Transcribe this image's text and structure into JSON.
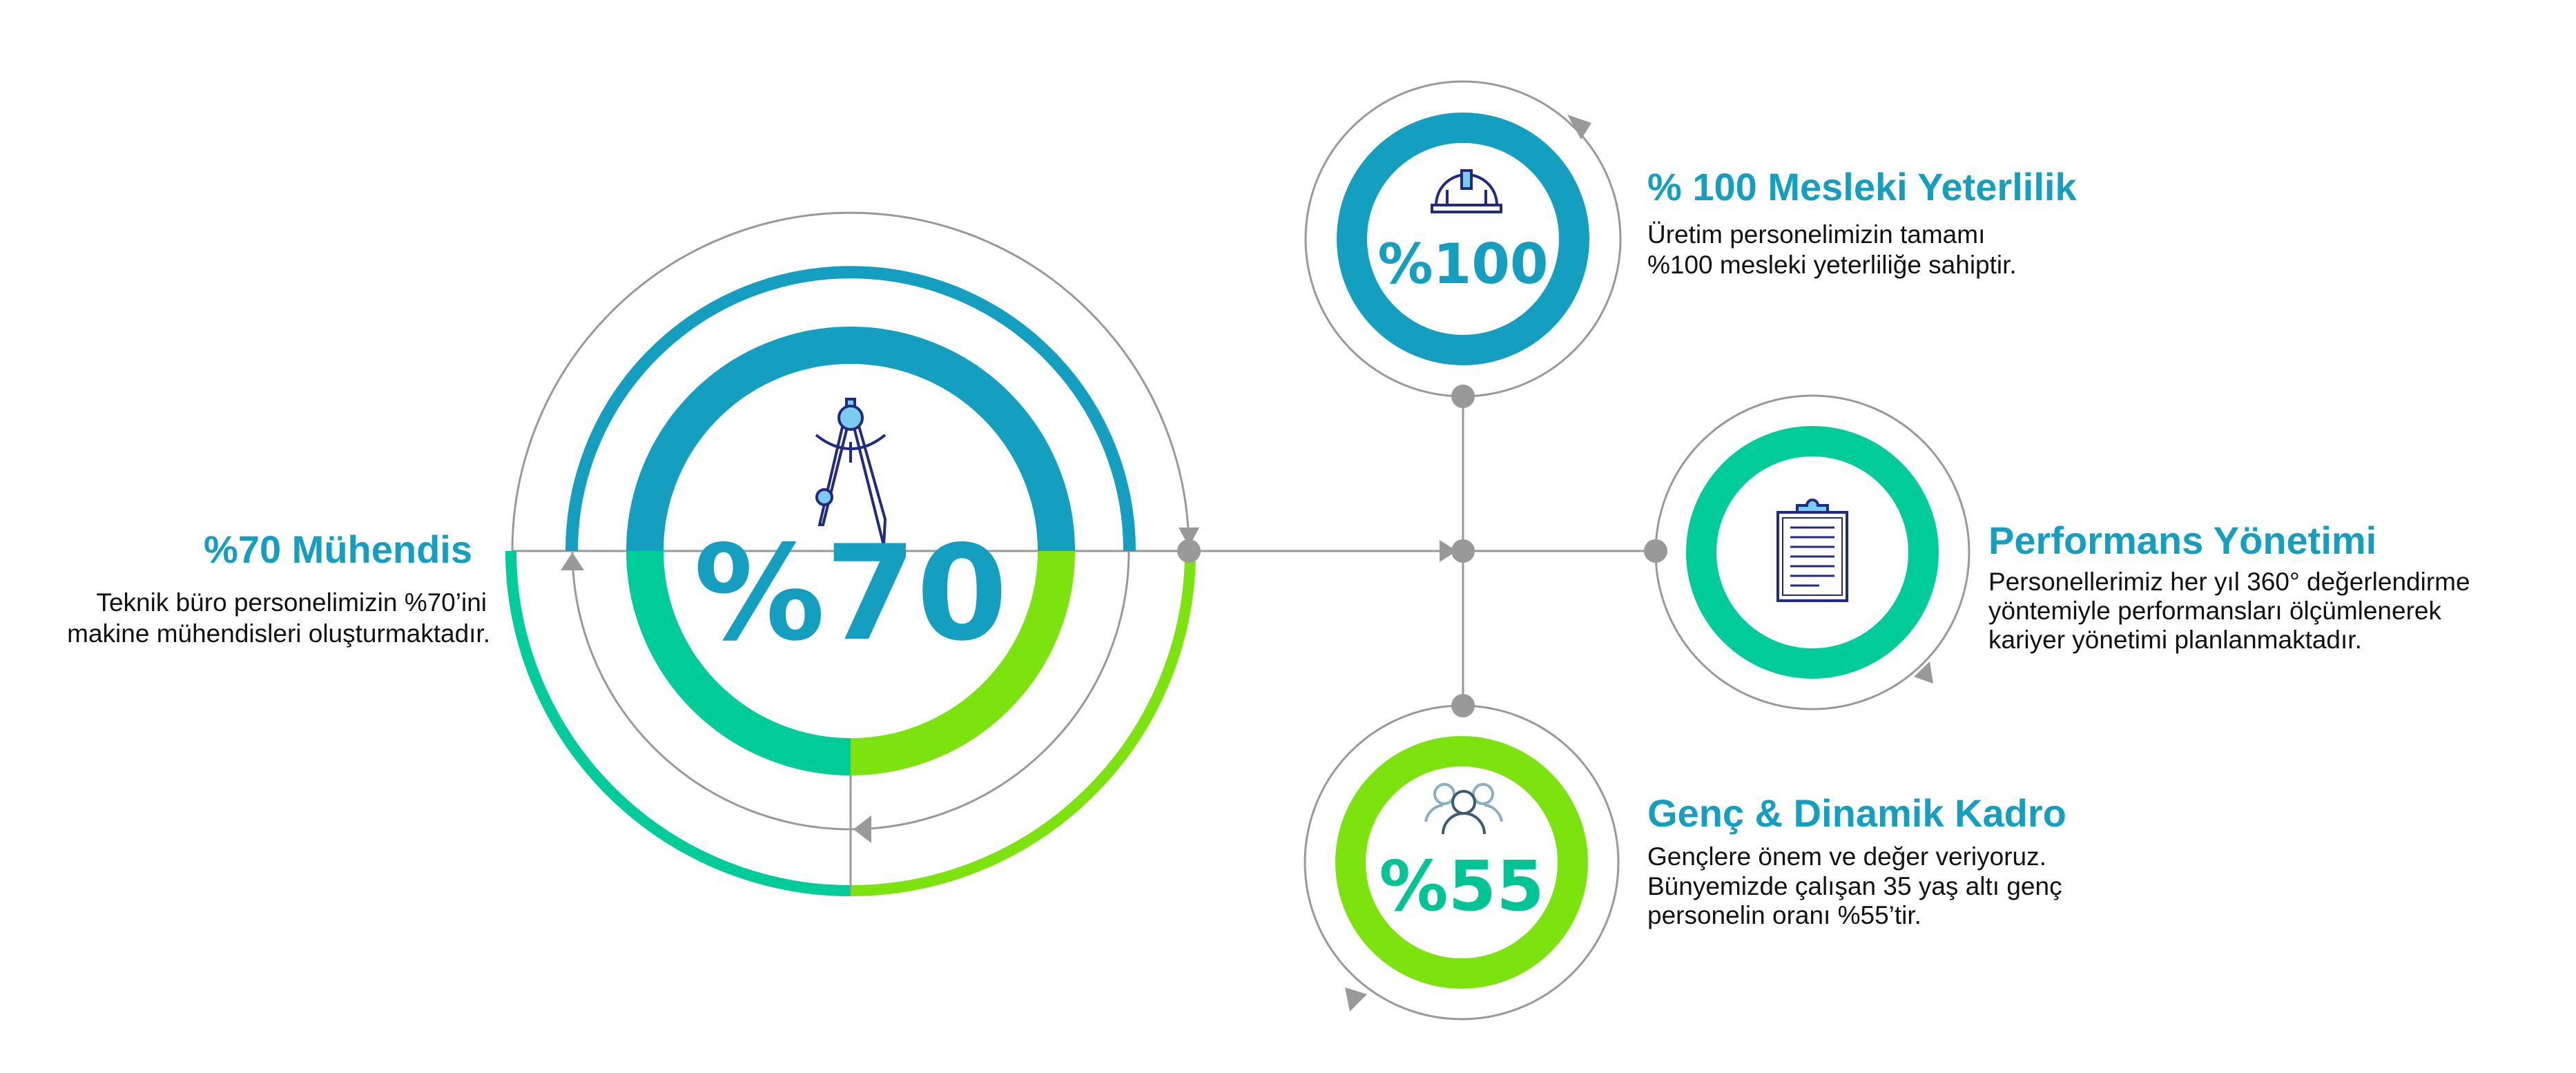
{
  "colors": {
    "blue": "#149FC1",
    "teal": "#00CC99",
    "lime": "#7DE30F",
    "gray": "#999999",
    "icon_dark": "#1F2A80",
    "icon_light": "#7ACCF0"
  },
  "main": {
    "value": "%70",
    "title": "%70 Mühendis",
    "lines": [
      "Teknik büro personelimizin %70’ini",
      "makine mühendisleri oluşturmaktadır."
    ],
    "icon": "compass-icon"
  },
  "items": [
    {
      "value": "%100",
      "title": "% 100 Mesleki Yeterlilik",
      "lines": [
        "Üretim personelimizin tamamı",
        "%100 mesleki yeterliliğe sahiptir."
      ],
      "icon": "helmet-icon"
    },
    {
      "value": "",
      "title": "Performans Yönetimi",
      "lines": [
        "Personellerimiz her yıl 360° değerlendirme",
        "yöntemiyle performansları ölçümlenerek",
        "kariyer yönetimi planlanmaktadır."
      ],
      "icon": "clipboard-icon"
    },
    {
      "value": "%55",
      "title": "Genç & Dinamik Kadro",
      "lines": [
        "Gençlere önem ve değer veriyoruz.",
        "Bünyemizde çalışan 35 yaş altı genç",
        "personelin oranı %55’tir."
      ],
      "icon": "people-icon"
    }
  ]
}
